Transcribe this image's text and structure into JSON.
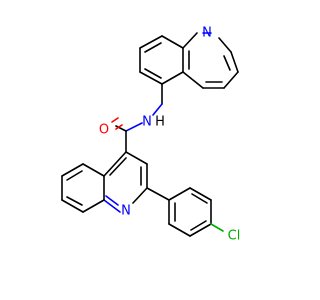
{
  "molecule": {
    "atoms": {
      "quinoline_top_N": "N",
      "amide_N": "N",
      "amide_H": "H",
      "carbonyl_O": "O",
      "quinoline_bottom_N": "N",
      "chlorine": "Cl"
    },
    "colors": {
      "bond": "#000000",
      "nitrogen": "#0000ff",
      "oxygen": "#ff0000",
      "chlorine": "#00aa00",
      "background": "#ffffff"
    }
  }
}
